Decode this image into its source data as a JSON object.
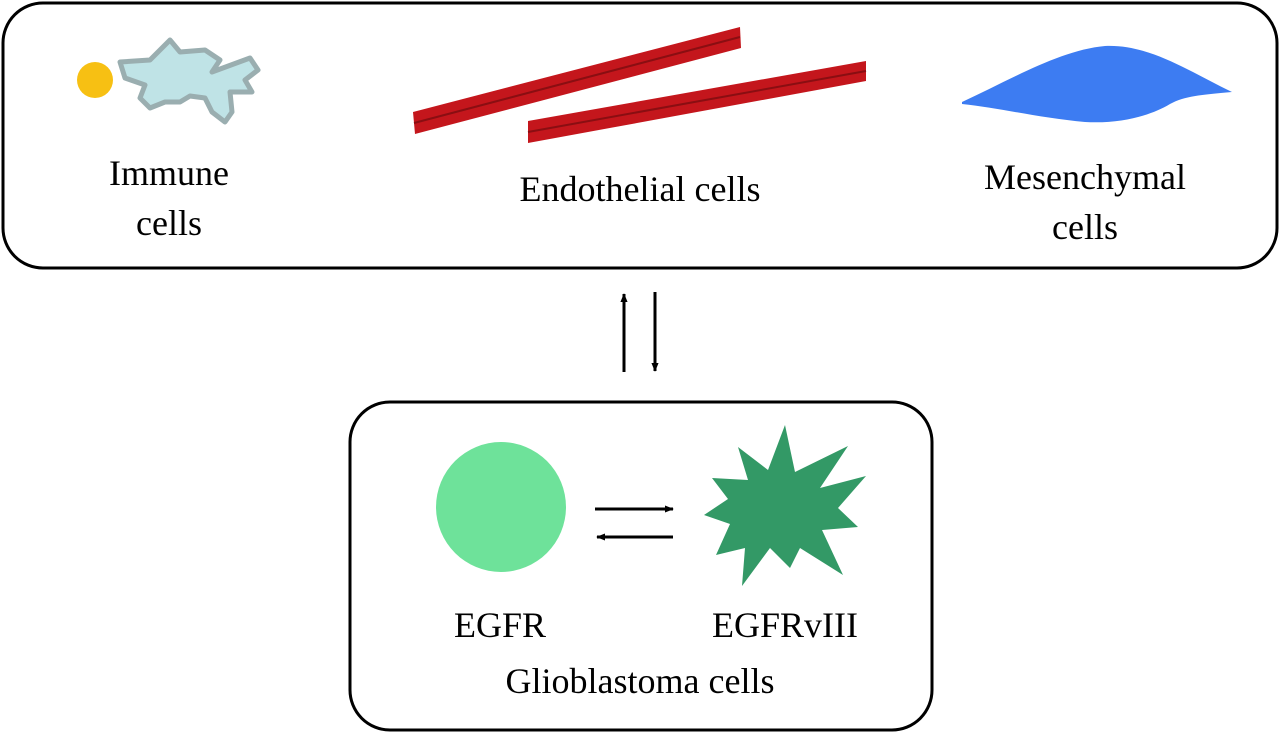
{
  "top_panel": {
    "immune_label": [
      "Immune",
      "cells"
    ],
    "endothelial_label": "Endothelial cells",
    "mesenchymal_label": [
      "Mesenchymal",
      "cells"
    ]
  },
  "bottom_panel": {
    "egfr_label": "EGFR",
    "egfrviii_label": "EGFRvIII",
    "title": "Glioblastoma cells"
  },
  "colors": {
    "immune_small": "#f7c013",
    "immune_dendritic_fill": "#bfe3e6",
    "immune_dendritic_stroke": "#9aaeb0",
    "endothelial": "#c4161c",
    "mesenchymal": "#3d7cf2",
    "egfr": "#6ee29a",
    "egfrviii": "#339966"
  }
}
